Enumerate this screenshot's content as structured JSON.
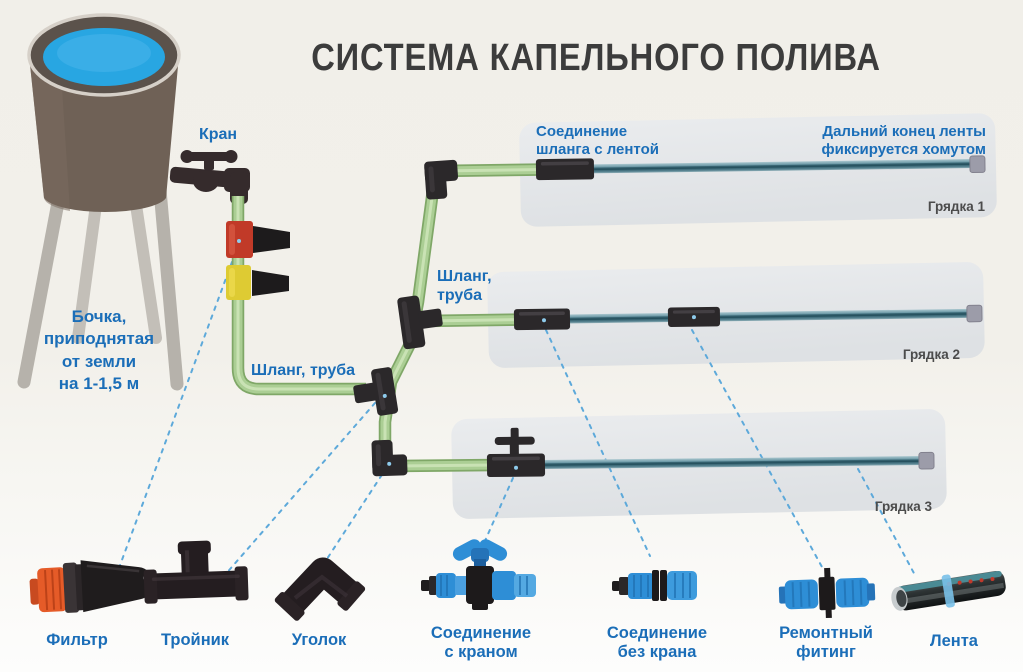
{
  "title": "СИСТЕМА КАПЕЛЬНОГО ПОЛИВА",
  "diagram": {
    "tap_label": "Кран",
    "tank_label": "Бочка,\nприподнятая\nот земли\nна 1-1,5 м",
    "supply_hose_label": "Шланг, труба",
    "manifold_hose_label": "Шланг,\nтруба",
    "row1_connector_label": "Соединение\nшланга с лентой",
    "row1_far_end_label": "Дальний конец ленты\nфиксируется хомутом",
    "beds": [
      {
        "label": "Грядка 1"
      },
      {
        "label": "Грядка 2"
      },
      {
        "label": "Грядка 3"
      }
    ]
  },
  "legend": {
    "items": [
      {
        "icon": "filter-icon",
        "label": "Фильтр"
      },
      {
        "icon": "tee-icon",
        "label": "Тройник"
      },
      {
        "icon": "elbow-icon",
        "label": "Уголок"
      },
      {
        "icon": "tap-connector-icon",
        "label": "Соединение\nс краном"
      },
      {
        "icon": "plain-connector-icon",
        "label": "Соединение\nбез крана"
      },
      {
        "icon": "repair-fitting-icon",
        "label": "Ремонтный\nфитинг"
      },
      {
        "icon": "drip-tape-icon",
        "label": "Лента"
      }
    ]
  },
  "colors": {
    "background": "#f2f0ea",
    "label_blue": "#1b6eb8",
    "title_dark": "#3c3c3c",
    "bed_label_gray": "#4c4c4c",
    "panel_gray": "#e3e5e8",
    "pipe_green": "#abce94",
    "tape_teal": "#46798a",
    "fitting_dark": "#2b282a",
    "dashed_blue": "#5fa8d8",
    "water_blue": "#28a6e2",
    "barrel_brown": "#6f6156",
    "blue_fitting": "#2e8ed6",
    "filter_orange": "#e05a2b",
    "inline_filter_red": "#c13a28",
    "inline_filter_yellow": "#decb33"
  }
}
